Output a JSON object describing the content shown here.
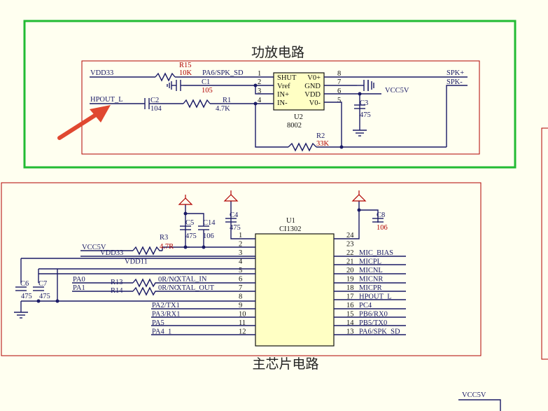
{
  "titles": {
    "amp": "功放电路",
    "main": "主芯片电路"
  },
  "colors": {
    "wire": "#1a1a66",
    "frame": "#b00000",
    "highlight": "#22bb33",
    "chip_fill": "#ffffc4",
    "arrow": "#e04830"
  },
  "amp": {
    "chip": {
      "ref": "U2",
      "part": "8002",
      "left_pins": [
        {
          "num": "1",
          "name": "SHUT"
        },
        {
          "num": "2",
          "name": "Vref"
        },
        {
          "num": "3",
          "name": "IN+"
        },
        {
          "num": "4",
          "name": "IN-"
        }
      ],
      "right_pins": [
        {
          "num": "8",
          "name": "V0+"
        },
        {
          "num": "7",
          "name": "GND"
        },
        {
          "num": "6",
          "name": "VDD"
        },
        {
          "num": "5",
          "name": "V0-"
        }
      ]
    },
    "nets": {
      "vdd33": "VDD33",
      "spk_sd": "PA6/SPK_SD",
      "hpout": "HPOUT_L",
      "vcc5v": "VCC5V",
      "spk_p": "SPK+",
      "spk_n": "SPK-"
    },
    "parts": {
      "r15": {
        "ref": "R15",
        "val": "10K"
      },
      "c1": {
        "ref": "C1",
        "val": "105"
      },
      "c2": {
        "ref": "C2",
        "val": "104"
      },
      "r1": {
        "ref": "R1",
        "val": "4.7K"
      },
      "r2": {
        "ref": "R2",
        "val": "33K"
      },
      "c3": {
        "ref": "C3",
        "val": "475"
      }
    }
  },
  "main": {
    "chip": {
      "ref": "U1",
      "part": "CI1302",
      "left_pins": [
        {
          "num": "1",
          "net": ""
        },
        {
          "num": "2",
          "net": ""
        },
        {
          "num": "3",
          "net": "VDD33"
        },
        {
          "num": "4",
          "net": "VDD11"
        },
        {
          "num": "5",
          "net": ""
        },
        {
          "num": "6",
          "net": "XTAL_IN"
        },
        {
          "num": "7",
          "net": "XTAL_OUT"
        },
        {
          "num": "8",
          "net": ""
        },
        {
          "num": "9",
          "net": "PA2/TX1"
        },
        {
          "num": "10",
          "net": "PA3/RX1"
        },
        {
          "num": "11",
          "net": "PA5"
        },
        {
          "num": "12",
          "net": "PA4_1"
        }
      ],
      "right_pins": [
        {
          "num": "24",
          "net": ""
        },
        {
          "num": "23",
          "net": ""
        },
        {
          "num": "22",
          "net": "MIC_BIAS"
        },
        {
          "num": "21",
          "net": "MICPL"
        },
        {
          "num": "20",
          "net": "MICNL"
        },
        {
          "num": "19",
          "net": "MICNR"
        },
        {
          "num": "18",
          "net": "MICPR"
        },
        {
          "num": "17",
          "net": "HPOUT_L"
        },
        {
          "num": "16",
          "net": "PC4"
        },
        {
          "num": "15",
          "net": "PB6/RX0"
        },
        {
          "num": "14",
          "net": "PB5/TX0"
        },
        {
          "num": "13",
          "net": "PA6/SPK_SD"
        }
      ]
    },
    "nets": {
      "vcc5v": "VCC5V",
      "pa0": "PA0",
      "pa1": "PA1"
    },
    "parts": {
      "c4": {
        "ref": "C4",
        "val": "475"
      },
      "c5": {
        "ref": "C5",
        "val": "475"
      },
      "c14": {
        "ref": "C14",
        "val": "106"
      },
      "c8": {
        "ref": "C8",
        "val": "106"
      },
      "r3": {
        "ref": "R3",
        "val": "4.7R"
      },
      "c6": {
        "ref": "C6",
        "val": "475"
      },
      "c7": {
        "ref": "C7",
        "val": "475"
      },
      "r13": {
        "ref": "R13",
        "val": "0R/NC"
      },
      "r14": {
        "ref": "R14",
        "val": "0R/NC"
      }
    }
  },
  "corner": {
    "vcc5v": "VCC5V"
  }
}
